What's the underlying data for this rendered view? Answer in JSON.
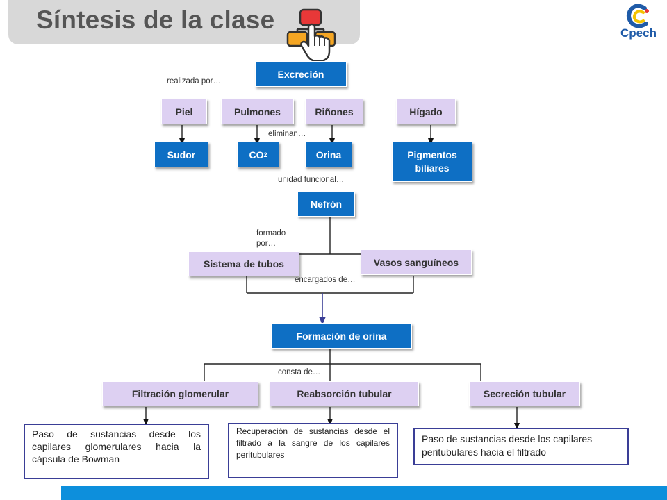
{
  "header": {
    "title": "Síntesis de la clase",
    "logo_text": "Cpech"
  },
  "colors": {
    "node_blue": "#0e6fc4",
    "node_lavender": "#ddd0f2",
    "box_border": "#3a3e96",
    "bottom_bar": "#0d8fdc"
  },
  "nodes": {
    "excrecion": "Excreción",
    "piel": "Piel",
    "pulmones": "Pulmones",
    "rinones": "Riñones",
    "higado": "Hígado",
    "sudor": "Sudor",
    "co2_base": "CO",
    "co2_sub": "2",
    "orina": "Orina",
    "pigmentos": "Pigmentos biliares",
    "nefron": "Nefrón",
    "sistema_tubos": "Sistema de tubos",
    "vasos": "Vasos sanguíneos",
    "formacion": "Formación de orina",
    "filtracion": "Filtración glomerular",
    "reabsorcion": "Reabsorción tubular",
    "secrecion": "Secreción tubular"
  },
  "labels": {
    "realizada": "realizada por…",
    "eliminan": "eliminan…",
    "unidad": "unidad funcional…",
    "formado_1": "formado",
    "formado_2": "por…",
    "encargados": "encargados de…",
    "consta": "consta de…"
  },
  "descriptions": {
    "filtracion": "Paso de sustancias desde los capilares glomerulares hacia la cápsula de Bowman",
    "reabsorcion": "Recuperación de sustancias desde el filtrado a la sangre de los capilares peritubulares",
    "secrecion": "Paso de sustancias desde los capilares peritubulares hacia el filtrado"
  }
}
